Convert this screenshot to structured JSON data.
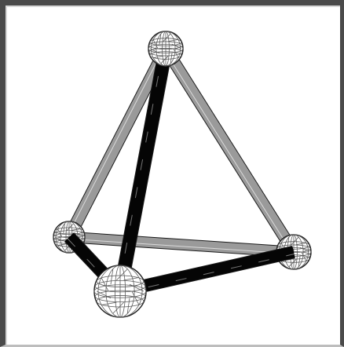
{
  "viewport": {
    "kind": "3d-wireframe-viewport",
    "background_color": "#ffffff",
    "frame_color": "#4a4a4a"
  },
  "model": {
    "shape": "tetrahedron",
    "node_style": "geodesic-wireframe-sphere",
    "nodes": [
      "apex",
      "left",
      "right",
      "front"
    ],
    "edges": [
      {
        "from": "apex",
        "to": "left",
        "color": "#9a9a9a"
      },
      {
        "from": "apex",
        "to": "right",
        "color": "#9a9a9a"
      },
      {
        "from": "left",
        "to": "right",
        "color": "#9a9a9a"
      },
      {
        "from": "apex",
        "to": "front",
        "color": "#050505"
      },
      {
        "from": "left",
        "to": "front",
        "color": "#050505"
      },
      {
        "from": "front",
        "to": "right",
        "color": "#050505"
      }
    ]
  }
}
